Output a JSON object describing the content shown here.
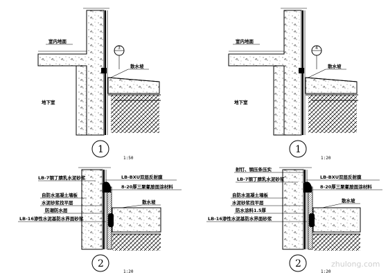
{
  "details": {
    "d1": {
      "room_label": "室内地面",
      "basement_label": "地下室",
      "drain_label": "散水坡",
      "ref_number": "3",
      "detail_number": "1",
      "scale": "1:50"
    },
    "d2": {
      "room_label": "室内地面",
      "basement_label": "地下室",
      "drain_label": "散水坡",
      "ref_number": "4",
      "detail_number": "1",
      "scale": "1:20"
    },
    "d3": {
      "labels_left": [
        "LB-7钢丁腈乳水泥砂浆",
        "自防水混凝土墙板",
        "水泥砂浆找平层",
        "防潮防水层",
        "LB-16渗性水泥基防水界面砂浆"
      ],
      "labels_right": [
        "LB-BXU双层反射膜",
        "8-20厚三聚氰胺面涂材料",
        "散水坡"
      ],
      "detail_number": "2",
      "scale": "1:20"
    },
    "d4": {
      "top_label": "射钉、钢压条压实",
      "labels_left": [
        "LB-7钢丁腈乳水泥砂浆",
        "自防水混凝土墙板",
        "水泥砂浆找平层",
        "防水涂料1.5厚",
        "LB-16渗性水泥基防水界面砂浆"
      ],
      "labels_right": [
        "LB-BXU双层反射膜",
        "8-20厚三聚氰胺面涂材料",
        "散水坡"
      ],
      "detail_number": "2",
      "scale": "1:20"
    },
    "watermark": "zhulong.com"
  }
}
